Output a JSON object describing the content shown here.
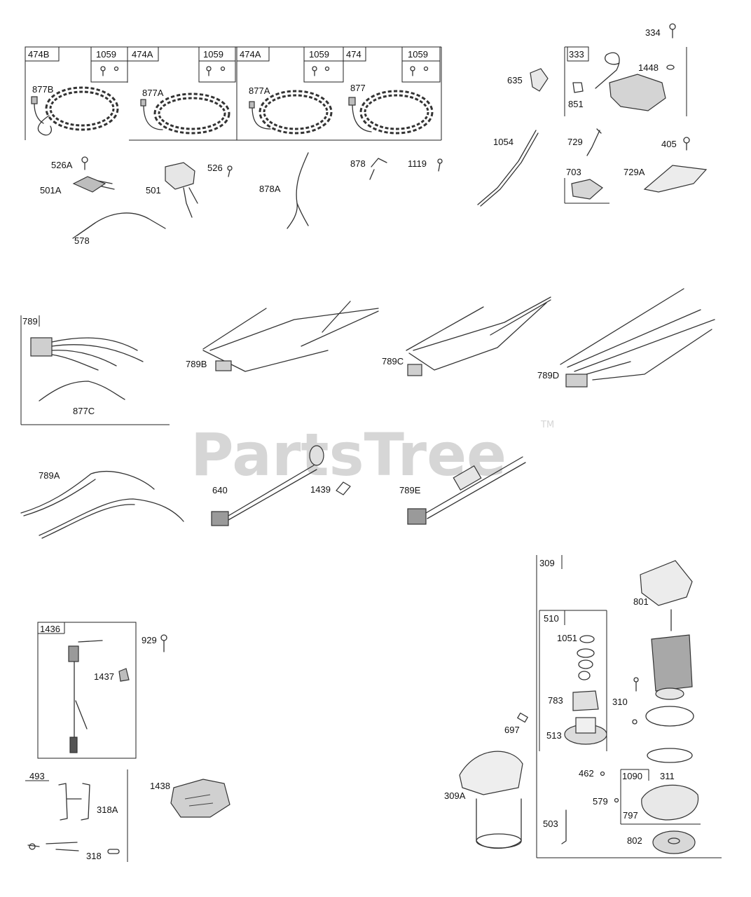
{
  "watermark": {
    "text": "PartsTree",
    "trademark": "TM"
  },
  "callouts": {
    "c474B": "474B",
    "c1059a": "1059",
    "c474A_top": "474A",
    "c1059b": "1059",
    "c474A_mid": "474A",
    "c1059c": "1059",
    "c474": "474",
    "c1059d": "1059",
    "c877B": "877B",
    "c877A_a": "877A",
    "c877A_b": "877A",
    "c877": "877",
    "c526A": "526A",
    "c501A": "501A",
    "c501": "501",
    "c526": "526",
    "c878A": "878A",
    "c878": "878",
    "c1119": "1119",
    "c578": "578",
    "c334": "334",
    "c333": "333",
    "c1448": "1448",
    "c635": "635",
    "c851": "851",
    "c1054": "1054",
    "c729": "729",
    "c405": "405",
    "c703": "703",
    "c729A": "729A",
    "c789": "789",
    "c877C": "877C",
    "c789B": "789B",
    "c789C": "789C",
    "c789D": "789D",
    "c789A": "789A",
    "c640": "640",
    "c1439": "1439",
    "c789E": "789E",
    "c309": "309",
    "c801": "801",
    "c510": "510",
    "c1051": "1051",
    "c783": "783",
    "c513": "513",
    "c310": "310",
    "c697": "697",
    "c309A": "309A",
    "c462": "462",
    "c1090": "1090",
    "c311": "311",
    "c579": "579",
    "c797": "797",
    "c503": "503",
    "c802": "802",
    "c1436": "1436",
    "c929": "929",
    "c1437": "1437",
    "c493": "493",
    "c318A": "318A",
    "c318": "318",
    "c1438": "1438"
  }
}
